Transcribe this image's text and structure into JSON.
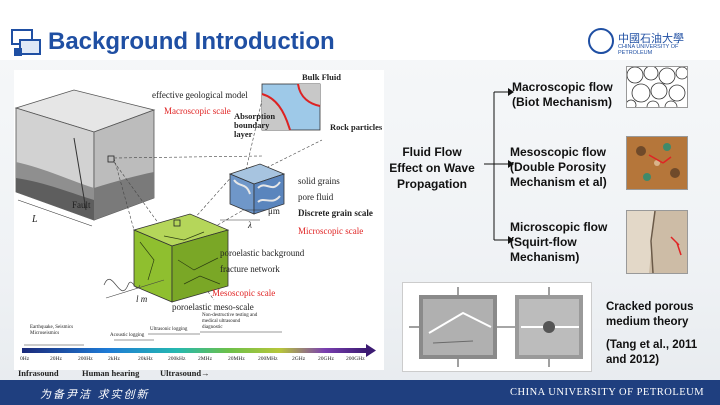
{
  "header": {
    "title": "Background Introduction",
    "logo_cn": "中國石油大學",
    "logo_en": "CHINA UNIVERSITY OF PETROLEUM"
  },
  "figure": {
    "bulk_fluid": "Bulk Fluid",
    "absorption": [
      "Absorption",
      "boundary",
      "layer"
    ],
    "rock_particles": "Rock particles",
    "effective_model": "effective geological model",
    "macroscopic_scale": "Macroscopic scale",
    "fault": "Fault",
    "L": "L",
    "solid_grains": "solid grains",
    "pore_fluid": "pore fluid",
    "discrete_scale": "Discrete grain scale",
    "microscopic_scale": "Microscopic  scale",
    "um": "μm",
    "lambda": "λ",
    "poroelastic_background": "poroelastic background",
    "fracture_network": "fracture network",
    "mesoscopic_scale": "Mesoscopic scale",
    "l_meso": "l m",
    "poroelastic_meso": "poroelastic meso-scale",
    "spectrum_top_labels": [
      "Earthquake, Seismics",
      "Microseismics",
      "Acoustic logging",
      "Ultrasonic logging",
      "Non-destructive testing and",
      "medical ultrasound",
      "diagnostic"
    ],
    "spectrum_ticks": [
      "0Hz",
      "20Hz",
      "200Hz",
      "2kHz",
      "20kHz",
      "200kHz",
      "2MHz",
      "20MHz",
      "200MHz",
      "2GHz",
      "20GHz",
      "200GHz"
    ],
    "infrasound": "Infrasound",
    "human_hearing": "Human hearing",
    "ultrasound": "Ultrasound→"
  },
  "center": {
    "lines": [
      "Fluid Flow",
      "Effect on Wave",
      "Propagation"
    ]
  },
  "branches": {
    "macro": [
      "Macroscopic flow",
      "(Biot Mechanism)"
    ],
    "meso": [
      "Mesoscopic flow",
      "(Double Porosity",
      "Mechanism et al)"
    ],
    "micro": [
      "Microscopic flow",
      "(Squirt-flow",
      "Mechanism)"
    ]
  },
  "cracked": {
    "theory": [
      "Cracked porous",
      "medium theory"
    ],
    "ref": [
      "(Tang et al., 2011",
      "and 2012)"
    ]
  },
  "footer": {
    "motto": "为备尹洁 求实创新",
    "university": "CHINA UNIVERSITY OF PETROLEUM"
  },
  "colors": {
    "title_blue": "#1f4fa3",
    "footer_navy": "#1f3f7f",
    "label_red": "#e02424"
  }
}
